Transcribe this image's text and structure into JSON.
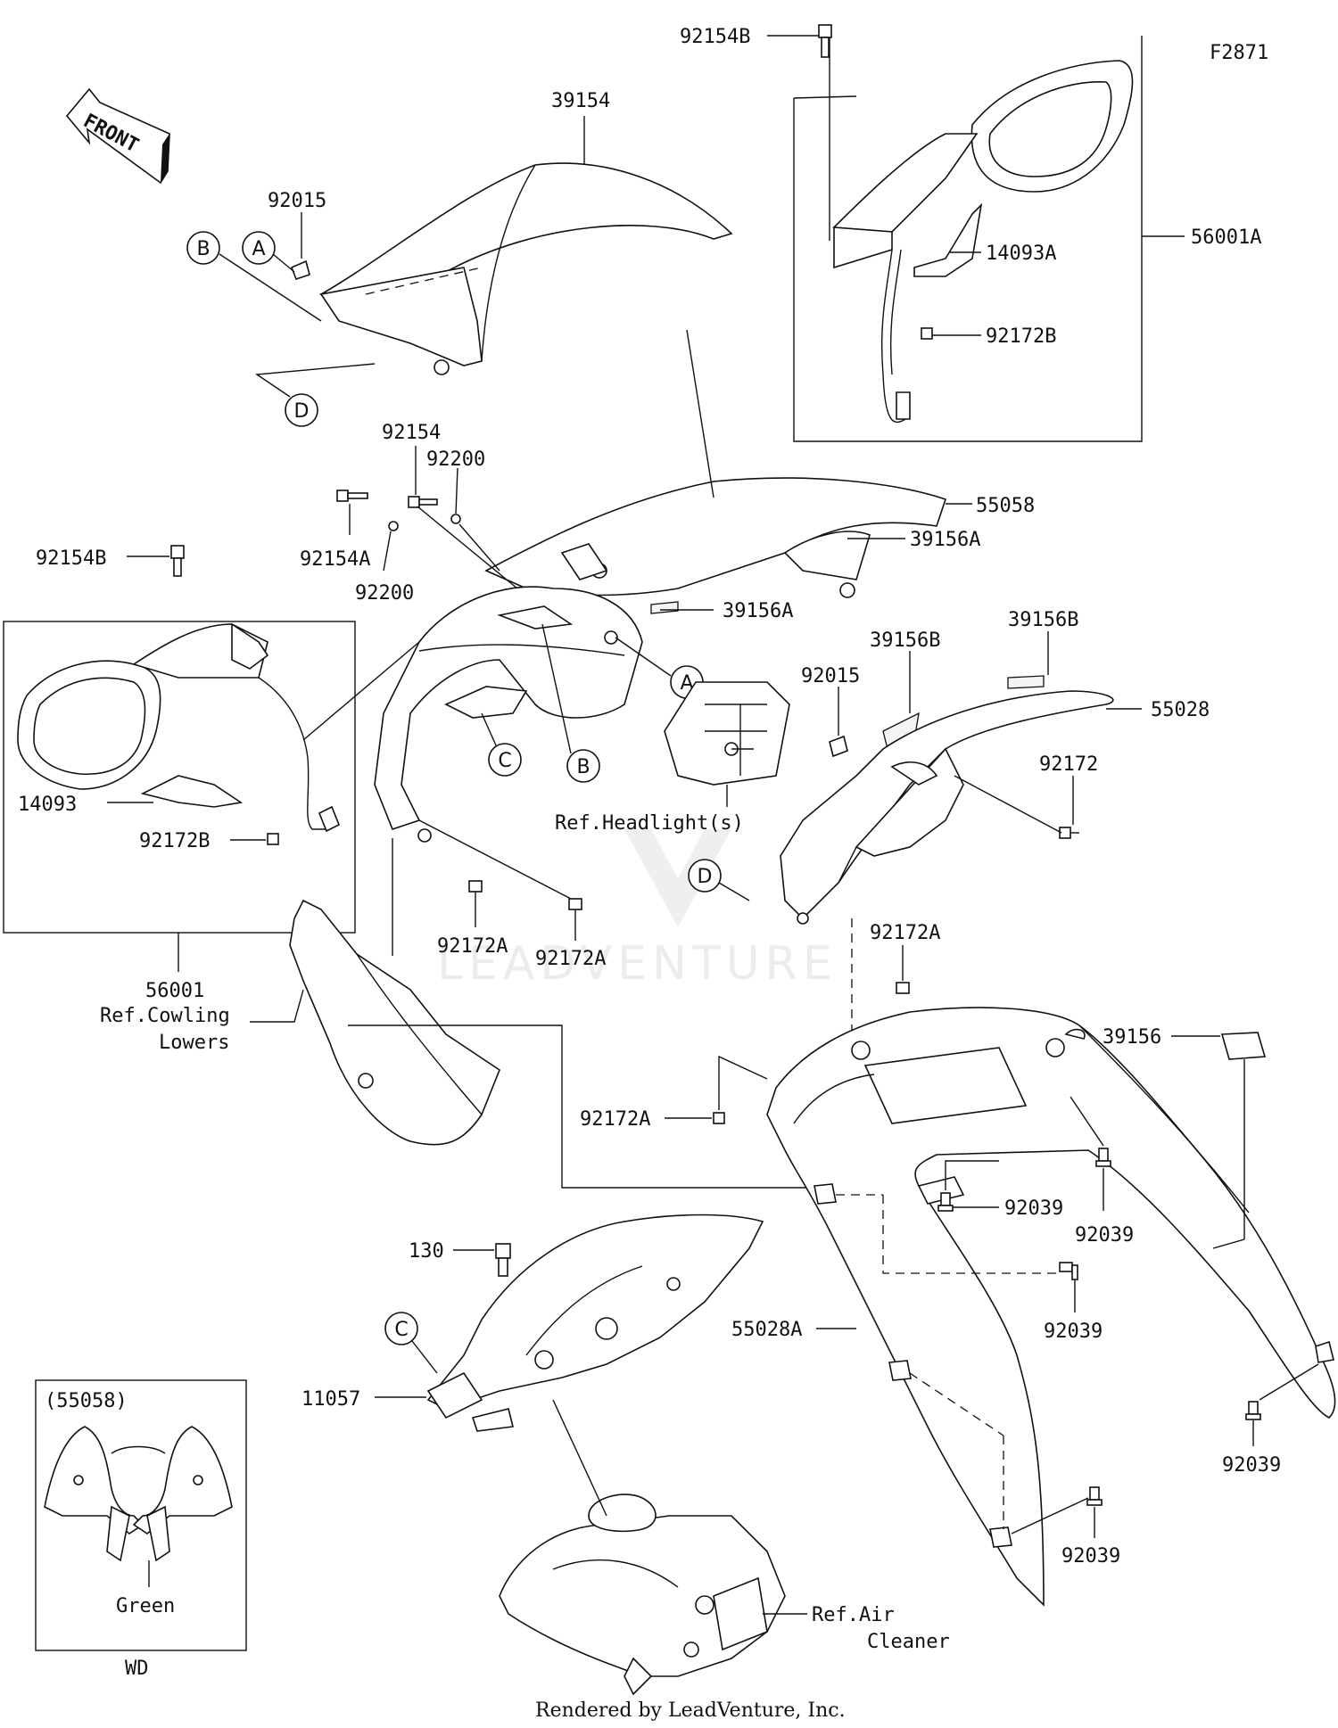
{
  "figure_id": "F2871",
  "front_label": "FRONT",
  "watermark": "LEADVENTURE",
  "footer": "Rendered by LeadVenture, Inc.",
  "part_labels": {
    "p39154": "39154",
    "p92015_top": "92015",
    "p92154B_top": "92154B",
    "p56001A": "56001A",
    "p14093A": "14093A",
    "p92172B_top": "92172B",
    "p92154": "92154",
    "p92200_top": "92200",
    "p92154A": "92154A",
    "p92200_bot": "92200",
    "p55058": "55058",
    "p39156A_a": "39156A",
    "p39156A_b": "39156A",
    "p92154B_left": "92154B",
    "p14093": "14093",
    "p92172B_left": "92172B",
    "p56001": "56001",
    "p92172A_a": "92172A",
    "p92172A_b": "92172A",
    "p39156B_a": "39156B",
    "p39156B_b": "39156B",
    "p92015_mid": "92015",
    "p55028": "55028",
    "p92172": "92172",
    "p92172A_c": "92172A",
    "p39156": "39156",
    "p92172A_d": "92172A",
    "p92039_a": "92039",
    "p92039_b": "92039",
    "p92039_c": "92039",
    "p92039_d": "92039",
    "p92039_e": "92039",
    "p55028A": "55028A",
    "p130": "130",
    "p11057": "11057"
  },
  "references": {
    "headlight": "Ref.Headlight(s)",
    "cowling_1": "Ref.Cowling",
    "cowling_2": "Lowers",
    "air_1": "Ref.Air",
    "air_2": "Cleaner"
  },
  "callouts": {
    "A": "A",
    "B": "B",
    "C": "C",
    "D": "D"
  },
  "inset": {
    "title": "(55058)",
    "color": "Green",
    "code": "WD"
  }
}
